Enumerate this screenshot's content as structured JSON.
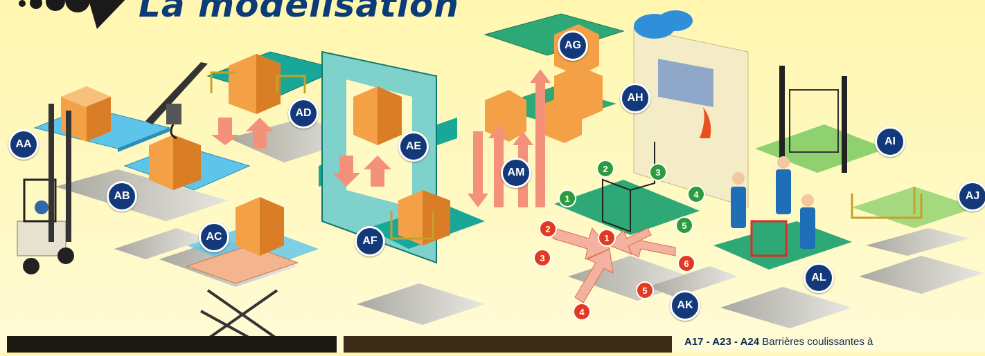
{
  "header": {
    "title": "La modélisation"
  },
  "labels": {
    "AA": "AA",
    "AB": "AB",
    "AC": "AC",
    "AD": "AD",
    "AE": "AE",
    "AF": "AF",
    "AG": "AG",
    "AH": "AH",
    "AI": "AI",
    "AJ": "AJ",
    "AK": "AK",
    "AL": "AL",
    "AM": "AM"
  },
  "green_numbers": [
    "1",
    "2",
    "3",
    "4",
    "5"
  ],
  "red_numbers": [
    "1",
    "2",
    "3",
    "4",
    "5",
    "6"
  ],
  "caption": {
    "codes": "A17 - A23 - A24",
    "text": "Barrières  coulissantes  à"
  },
  "colors": {
    "title": "#0b3b78",
    "badge": "#13397a",
    "green": "#2e9b3f",
    "red": "#e23a22",
    "box": "#f3a046",
    "platform_teal": "#19a898",
    "platform_blue": "#5ec4ea",
    "arrow": "#f3917a"
  }
}
